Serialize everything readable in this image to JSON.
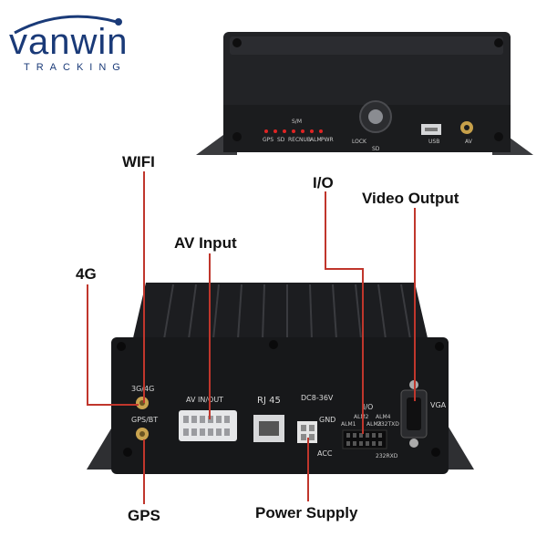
{
  "logo": {
    "name": "vanwin",
    "tagline": "TRACKING"
  },
  "front_panel": {
    "led_labels": [
      "GPS",
      "SD",
      "REC",
      "NUB",
      "ALM",
      "PWR"
    ],
    "small_labels": [
      "S/M",
      "LOCK",
      "SD",
      "USB",
      "AV"
    ]
  },
  "back_panel": {
    "port_labels": [
      "3G/4G",
      "GPS/BT",
      "AV IN/OUT",
      "RJ 45",
      "DC8-36V",
      "GND",
      "ACC",
      "I/O",
      "VGA"
    ],
    "io_pins": [
      "ALM1",
      "ALM2",
      "ALM3",
      "ALM4",
      "232TXD",
      "232RXD"
    ]
  },
  "callouts": {
    "wifi": "WIFI",
    "four_g": "4G",
    "av_input": "AV Input",
    "io": "I/O",
    "video_output": "Video Output",
    "gps": "GPS",
    "power_supply": "Power Supply"
  },
  "colors": {
    "leader_line": "#c0362c",
    "device_body": "#1e1f21",
    "logo": "#1a3a78"
  }
}
